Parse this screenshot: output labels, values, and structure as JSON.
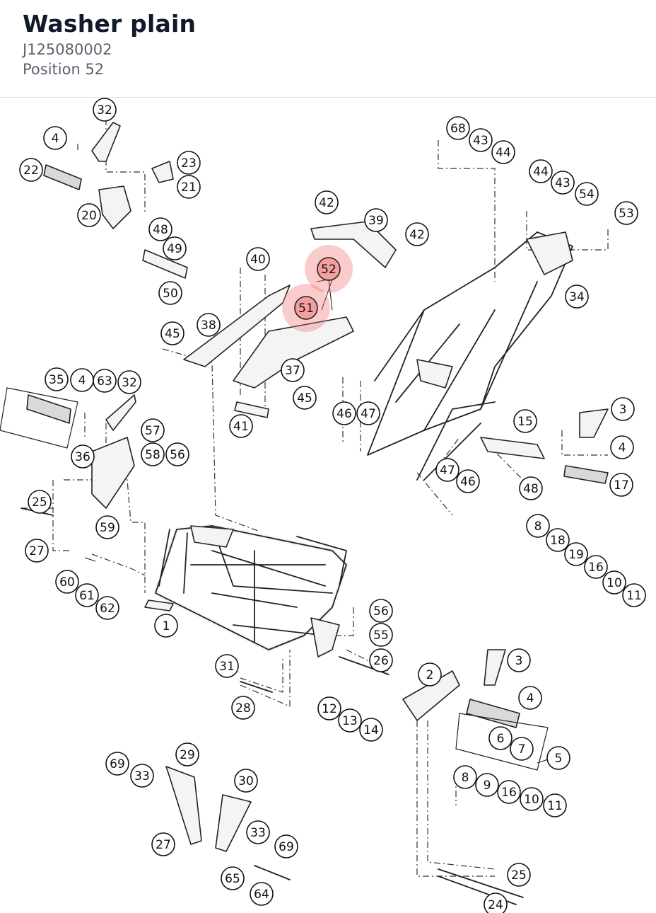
{
  "header": {
    "title": "Washer plain",
    "part_number": "J125080002",
    "position": "Position 52"
  },
  "diagram": {
    "selected_position": "52",
    "highlight_color": "#ee7878",
    "callouts": [
      "32",
      "4",
      "22",
      "23",
      "21",
      "20",
      "48",
      "49",
      "50",
      "68",
      "43",
      "44",
      "44",
      "43",
      "54",
      "53",
      "42",
      "39",
      "42",
      "40",
      "52",
      "51",
      "34",
      "38",
      "45",
      "37",
      "45",
      "41",
      "35",
      "4",
      "63",
      "32",
      "36",
      "57",
      "58",
      "56",
      "46",
      "47",
      "3",
      "15",
      "4",
      "17",
      "47",
      "46",
      "48",
      "25",
      "59",
      "27",
      "8",
      "18",
      "19",
      "16",
      "10",
      "11",
      "60",
      "61",
      "62",
      "1",
      "56",
      "55",
      "26",
      "31",
      "2",
      "3",
      "28",
      "4",
      "12",
      "13",
      "14",
      "6",
      "7",
      "5",
      "69",
      "29",
      "33",
      "30",
      "8",
      "9",
      "16",
      "10",
      "11",
      "27",
      "33",
      "69",
      "65",
      "64",
      "25",
      "24"
    ]
  }
}
